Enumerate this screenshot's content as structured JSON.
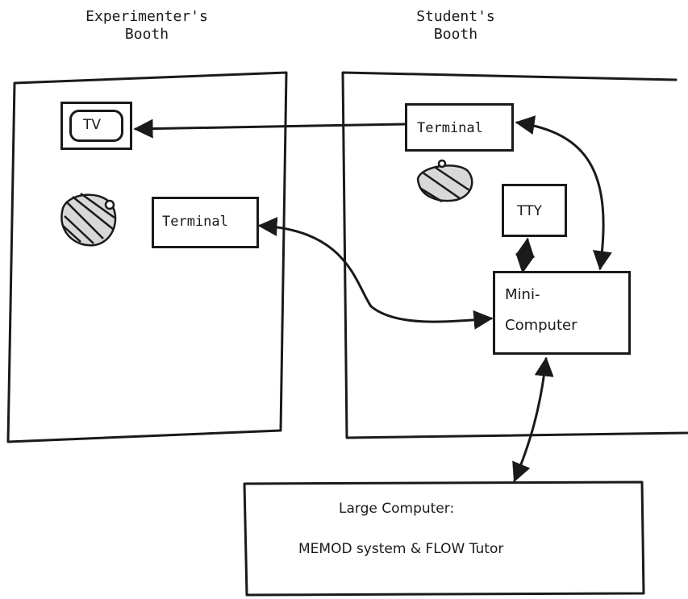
{
  "booths": {
    "experimenter": {
      "heading_line1": "Experimenter's",
      "heading_line2": "Booth",
      "tv_label": "TV",
      "terminal_label": "Terminal"
    },
    "student": {
      "heading_line1": "Student's",
      "heading_line2": "Booth",
      "terminal_label": "Terminal",
      "tty_label": "TTY",
      "minicomputer_line1": "Mini-",
      "minicomputer_line2": "Computer"
    }
  },
  "large_computer": {
    "line1": "Large Computer:",
    "line2": "MEMOD system & FLOW Tutor"
  },
  "colors": {
    "ink": "#1a1a1a",
    "paper": "#ffffff"
  },
  "icons": [
    "experimenter-person-icon",
    "student-person-icon"
  ]
}
